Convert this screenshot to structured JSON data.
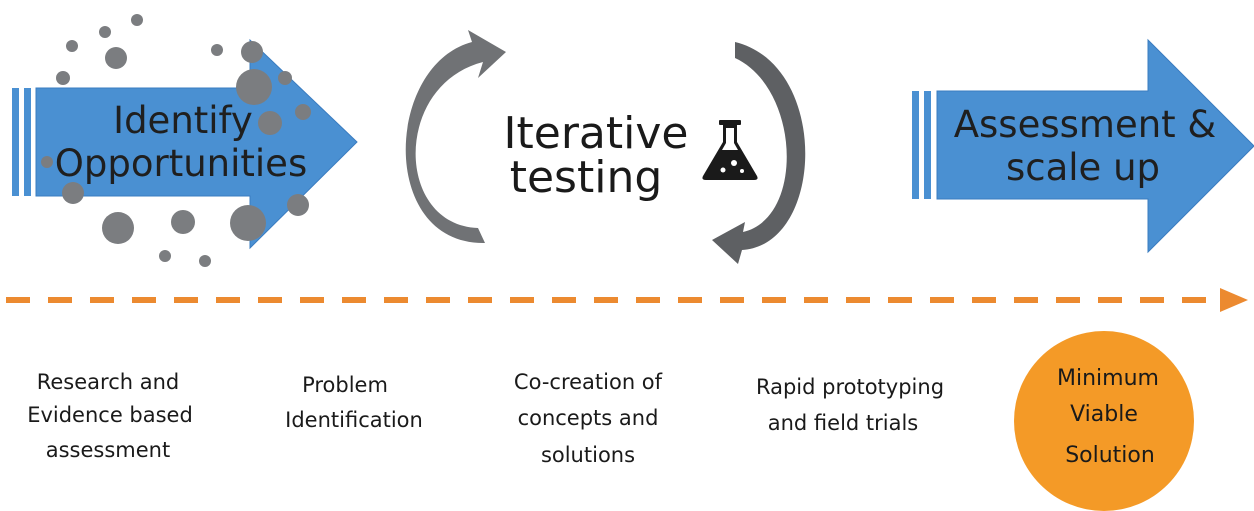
{
  "colors": {
    "arrow_blue": "#4a90d2",
    "arrow_blue_dark": "#3a7cc0",
    "dot_gray": "#7b7d80",
    "cycle_gray": "#707275",
    "timeline_orange": "#ec8a30",
    "circle_orange": "#f49a27"
  },
  "identify": {
    "line1": "Identify",
    "line2": "Opportunities"
  },
  "iterative": {
    "line1": "Iterative",
    "line2": "testing",
    "icon": "flask-icon"
  },
  "assessment": {
    "line1": "Assessment &",
    "line2": "scale up"
  },
  "stages": [
    {
      "lines": [
        "Research and",
        "Evidence based",
        "assessment"
      ]
    },
    {
      "lines": [
        "Problem",
        "Identification"
      ]
    },
    {
      "lines": [
        "Co-creation of",
        "concepts and",
        "solutions"
      ]
    },
    {
      "lines": [
        "Rapid prototyping",
        "and field trials"
      ]
    }
  ],
  "outcome": {
    "lines": [
      "Minimum",
      "Viable",
      "Solution"
    ]
  }
}
